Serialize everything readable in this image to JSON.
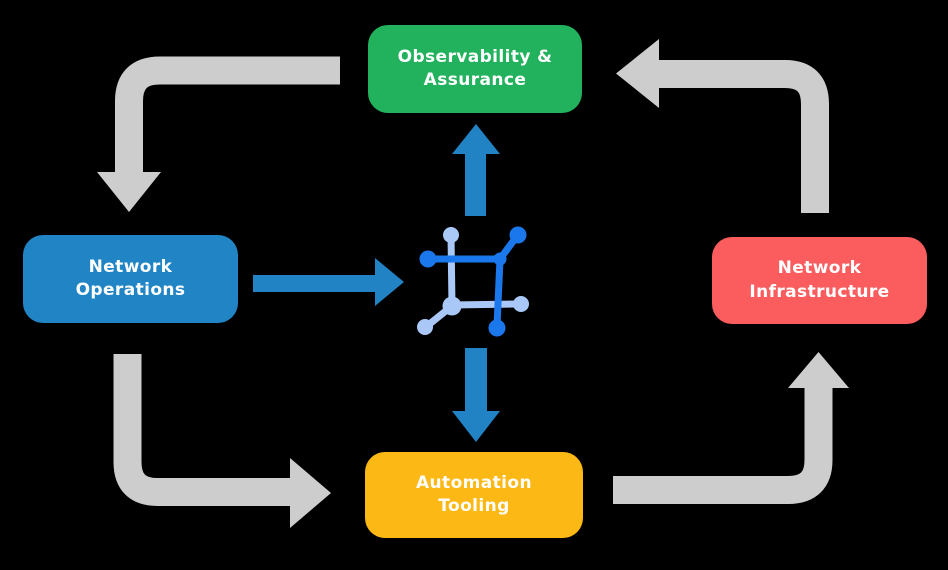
{
  "diagram": {
    "nodes": {
      "observability": {
        "label": "Observability &\nAssurance",
        "color": "#22b15c"
      },
      "operations": {
        "label": "Network\nOperations",
        "color": "#2084c5"
      },
      "infrastructure": {
        "label": "Network\nInfrastructure",
        "color": "#fb5c5e"
      },
      "automation": {
        "label": "Automation\nTooling",
        "color": "#fcb814"
      }
    },
    "center_icon": "network-platform-icon",
    "arrows": {
      "gray_cycle": [
        {
          "name": "observability-to-operations",
          "from": "Observability & Assurance",
          "to": "Network Operations"
        },
        {
          "name": "operations-to-automation",
          "from": "Network Operations",
          "to": "Automation Tooling"
        },
        {
          "name": "automation-to-infrastructure",
          "from": "Automation Tooling",
          "to": "Network Infrastructure"
        },
        {
          "name": "infrastructure-to-observability",
          "from": "Network Infrastructure",
          "to": "Observability & Assurance"
        }
      ],
      "blue": [
        {
          "name": "operations-to-center",
          "from": "Network Operations",
          "to": "center icon"
        },
        {
          "name": "center-to-observability",
          "from": "center icon",
          "to": "Observability & Assurance"
        },
        {
          "name": "center-to-automation",
          "from": "center icon",
          "to": "Automation Tooling"
        }
      ]
    },
    "colors": {
      "background": "#000000",
      "gray_arrow": "#cdcdcd",
      "blue_arrow": "#2182c4",
      "icon_dark_blue": "#1b78ec",
      "icon_light_blue": "#a9c8f8",
      "label_text": "#ffffff"
    }
  }
}
